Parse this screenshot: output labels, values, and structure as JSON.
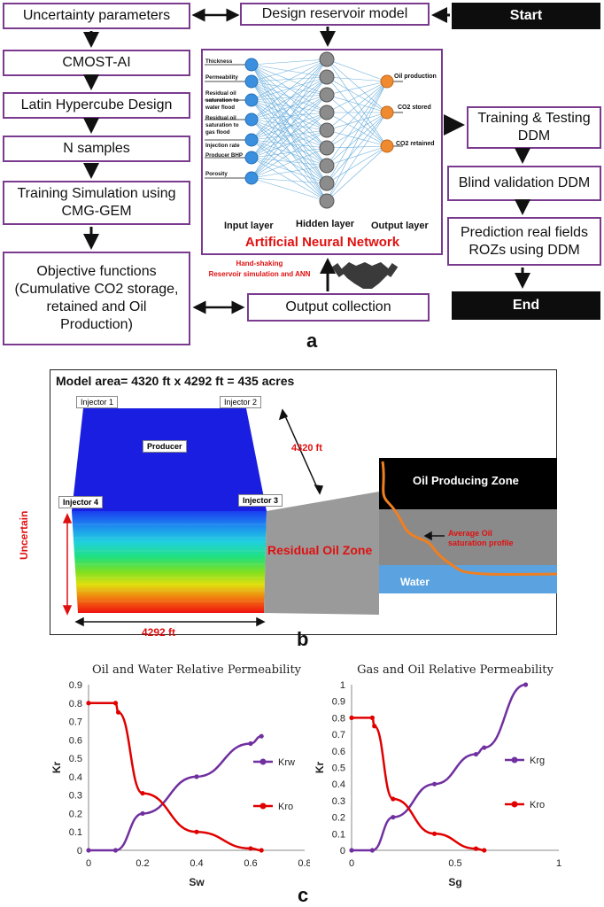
{
  "panel_a": {
    "letter": "a",
    "uncertainty": "Uncertainty parameters",
    "cmost": "CMOST-AI",
    "latin": "Latin Hypercube Design",
    "nsamples": "N samples",
    "training_sim_1": "Training Simulation using",
    "training_sim_2": "CMG-GEM",
    "objective_1": "Objective functions",
    "objective_2": "(Cumulative CO2 storage,",
    "objective_3": "retained and Oil",
    "objective_4": "Production)",
    "design": "Design reservoir model",
    "start": "Start",
    "end": "End",
    "output_collection": "Output collection",
    "handshake_1": "Hand-shaking",
    "handshake_2": "Reservoir simulation and ANN",
    "train_test_1": "Training & Testing",
    "train_test_2": "DDM",
    "blind": "Blind validation DDM",
    "predict_1": "Prediction real fields",
    "predict_2": "ROZs using DDM",
    "ann": {
      "title": "Artificial Neural Network",
      "input_layer": "Input layer",
      "hidden_layer": "Hidden layer",
      "output_layer": "Output layer",
      "inputs": [
        "Thickness",
        "Permeability",
        "Residual oil saturation to water flood",
        "Residual oil saturation to gas flood",
        "Injection rate",
        "Producer BHP",
        "Porosity"
      ],
      "outputs": [
        "Oil production",
        "CO2 stored",
        "CO2 retained"
      ]
    }
  },
  "panel_b": {
    "letter": "b",
    "model_area": "Model area= 4320 ft x 4292 ft = 435 acres",
    "injector1": "Injector 1",
    "injector2": "Injector 2",
    "injector3": "Injector 3",
    "injector4": "Injector 4",
    "producer": "Producer",
    "dim_4320": "4320 ft",
    "dim_4292": "4292 ft",
    "uncertain": "Uncertain",
    "roz": "Residual Oil Zone",
    "opz": "Oil Producing Zone",
    "avg_oil_1": "Average Oil",
    "avg_oil_2": "saturation profile",
    "water": "Water"
  },
  "panel_c": {
    "letter": "c"
  },
  "chart_data": [
    {
      "type": "line",
      "title": "Oil and Water Relative Permeability",
      "xlabel": "Sw",
      "ylabel": "Kr",
      "xlim": [
        0,
        0.8
      ],
      "ylim": [
        0,
        0.9
      ],
      "xticks": [
        "0",
        "0.2",
        "0.4",
        "0.6",
        "0.8"
      ],
      "yticks": [
        "0",
        "0.1",
        "0.2",
        "0.3",
        "0.4",
        "0.5",
        "0.6",
        "0.7",
        "0.8",
        "0.9"
      ],
      "grid": false,
      "legend": "right",
      "series": [
        {
          "name": "Krw",
          "color": "#7030a0",
          "x": [
            0,
            0.1,
            0.2,
            0.4,
            0.6,
            0.64
          ],
          "y": [
            0,
            0,
            0.2,
            0.4,
            0.58,
            0.62
          ]
        },
        {
          "name": "Kro",
          "color": "#e00000",
          "x": [
            0,
            0.1,
            0.11,
            0.2,
            0.4,
            0.6,
            0.64
          ],
          "y": [
            0.8,
            0.8,
            0.75,
            0.31,
            0.1,
            0.01,
            0
          ]
        }
      ]
    },
    {
      "type": "line",
      "title": "Gas and Oil Relative Permeability",
      "xlabel": "Sg",
      "ylabel": "Kr",
      "xlim": [
        0,
        1
      ],
      "ylim": [
        0,
        1
      ],
      "xticks": [
        "0",
        "0.5",
        "1"
      ],
      "yticks": [
        "0",
        "0.1",
        "0.2",
        "0.3",
        "0.4",
        "0.5",
        "0.6",
        "0.7",
        "0.8",
        "0.9",
        "1"
      ],
      "grid": false,
      "legend": "right",
      "series": [
        {
          "name": "Krg",
          "color": "#7030a0",
          "x": [
            0,
            0.1,
            0.2,
            0.4,
            0.6,
            0.64,
            0.84
          ],
          "y": [
            0,
            0,
            0.2,
            0.4,
            0.58,
            0.62,
            1
          ]
        },
        {
          "name": "Kro",
          "color": "#e00000",
          "x": [
            0,
            0.1,
            0.11,
            0.2,
            0.4,
            0.6,
            0.64
          ],
          "y": [
            0.8,
            0.8,
            0.75,
            0.31,
            0.1,
            0.01,
            0
          ]
        }
      ]
    }
  ]
}
